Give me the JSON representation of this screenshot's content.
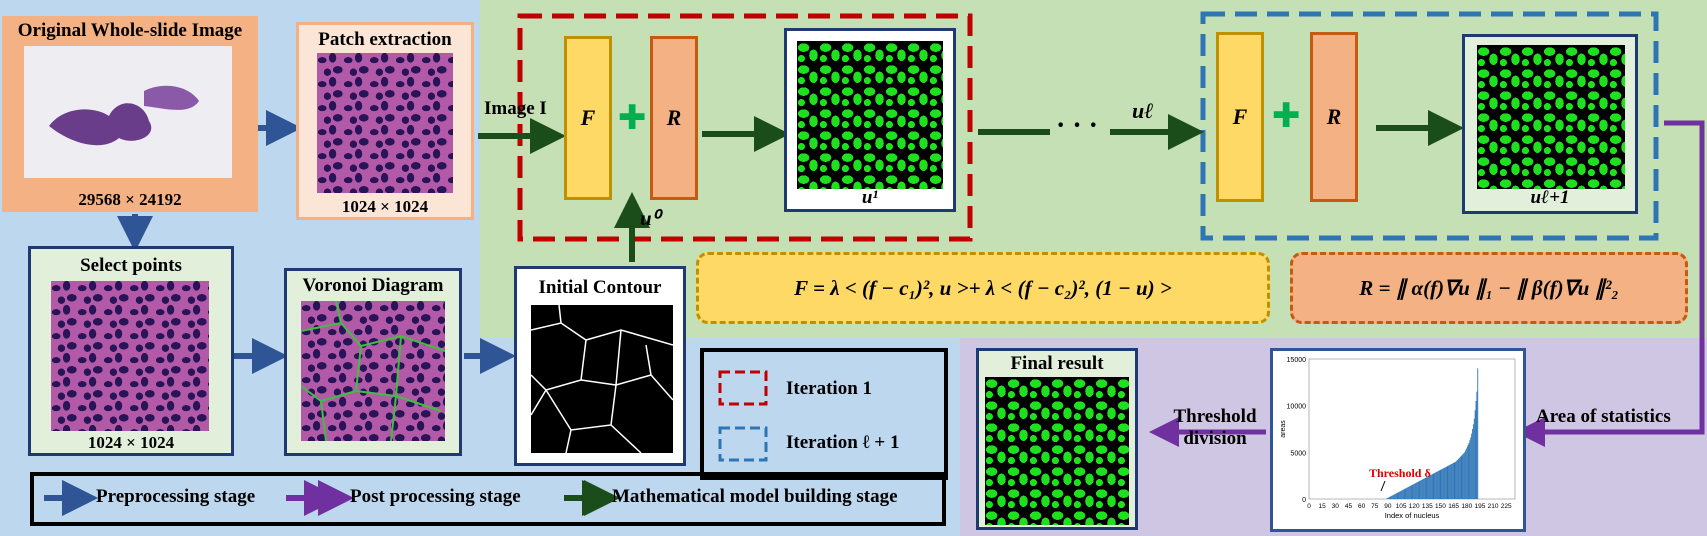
{
  "colors": {
    "pre": "#2f5597",
    "post": "#7030a0",
    "math": "#1b4d1b",
    "iter1": "#c00000",
    "iterL": "#2e75b6"
  },
  "wsi": {
    "title": "Original Whole-slide Image",
    "size": "29568 × 24192"
  },
  "patch": {
    "title": "Patch extraction",
    "size": "1024 × 1024"
  },
  "select": {
    "title": "Select points",
    "size": "1024 × 1024"
  },
  "voronoi": {
    "title": "Voronoi Diagram"
  },
  "contour": {
    "title": "Initial Contour"
  },
  "labels": {
    "image_i": "Image I",
    "u0": "u⁰",
    "u1": "u¹",
    "ul": "uℓ",
    "ul1": "uℓ+1",
    "dots": "· · ·",
    "F": "F",
    "R": "R",
    "plus": "✚"
  },
  "formulas": {
    "F": "F = λ < (f − c₁)², u >+ λ < (f − c₂)², (1 − u) >",
    "R": "R = ∥ α(f)∇u ∥₁ − ∥ β(f)∇u ∥²₂"
  },
  "legend_iter": {
    "iter1": "Iteration 1",
    "iterL": "Iteration ℓ + 1"
  },
  "legend_stage": {
    "pre": "Preprocessing stage",
    "post": "Post processing stage",
    "math": "Mathematical model building stage"
  },
  "post": {
    "final": "Final result",
    "threshold_line1": "Threshold",
    "threshold_line2": "division",
    "area_stats": "Area of statistics"
  },
  "chart_data": {
    "type": "bar",
    "ylabel": "areas",
    "xlabel": "Index of nucleus",
    "yticks": [
      "15000",
      "10000",
      "5000",
      "0"
    ],
    "xticks": [
      "0",
      "15",
      "30",
      "45",
      "60",
      "75",
      "90",
      "105",
      "120",
      "135",
      "150",
      "165",
      "180",
      "195",
      "210",
      "225"
    ],
    "xlim": [
      0,
      235
    ],
    "ylim": [
      0,
      15000
    ],
    "annotation": "Threshold δ",
    "values_desc": [
      0,
      0,
      0,
      0,
      0,
      0,
      0,
      0,
      0,
      0,
      0,
      0,
      0,
      0,
      0,
      0,
      0,
      0,
      0,
      0,
      0,
      0,
      0,
      0,
      0,
      0,
      0,
      0,
      0,
      0,
      0,
      0,
      0,
      0,
      0,
      0,
      0,
      0,
      0,
      0,
      0,
      0,
      0,
      0,
      0,
      0,
      0,
      0,
      0,
      0,
      0,
      0,
      0,
      0,
      0,
      0,
      0,
      0,
      0,
      0,
      0,
      0,
      0,
      0,
      0,
      0,
      0,
      0,
      0,
      0,
      0,
      0,
      0,
      0,
      0,
      0,
      0,
      0,
      0,
      0,
      0,
      0,
      0,
      0,
      0,
      0,
      0,
      0,
      50,
      100,
      150,
      200,
      250,
      300,
      350,
      400,
      450,
      500,
      550,
      600,
      650,
      700,
      750,
      800,
      850,
      900,
      950,
      1000,
      1050,
      1100,
      1150,
      1200,
      1250,
      1300,
      1350,
      1400,
      1450,
      1500,
      1550,
      1600,
      1650,
      1700,
      1750,
      1800,
      1850,
      1900,
      1950,
      2000,
      2050,
      2100,
      2150,
      2200,
      2250,
      2300,
      2350,
      2400,
      2450,
      2500,
      2550,
      2600,
      2650,
      2700,
      2750,
      2800,
      2850,
      2900,
      2950,
      3000,
      3050,
      3100,
      3150,
      3200,
      3250,
      3300,
      3350,
      3400,
      3450,
      3500,
      3550,
      3600,
      3650,
      3700,
      3750,
      3800,
      3850,
      3900,
      3950,
      4000,
      4100,
      4200,
      4300,
      4400,
      4500,
      4600,
      4700,
      4800,
      4900,
      5000,
      5200,
      5400,
      5600,
      5800,
      6000,
      6300,
      6600,
      7000,
      7500,
      8000,
      8600,
      9500,
      10500,
      11500,
      14000
    ]
  }
}
